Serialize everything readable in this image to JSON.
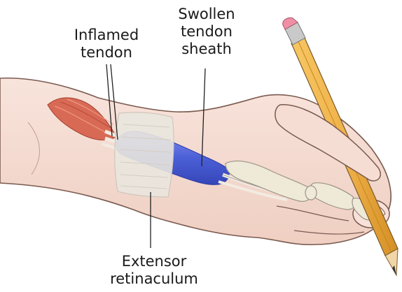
{
  "labels": {
    "inflamed_tendon": {
      "line1": "Inflamed",
      "line2": "tendon"
    },
    "swollen_sheath": {
      "line1": "Swollen",
      "line2": "tendon",
      "line3": "sheath"
    },
    "extensor_retinaculum": {
      "line1": "Extensor",
      "line2": "retinaculum"
    }
  },
  "colors": {
    "skin": "#f6ddd4",
    "skin_shadow": "#e9c2b3",
    "skin_outline": "#7a5a4f",
    "muscle": "#d86a55",
    "sheath_blue": "#4b5fd6",
    "retinaculum": "#e6e2dc",
    "bone": "#efe9d8",
    "pencil_body": "#f0b24a",
    "pencil_eraser": "#ef8fa6"
  },
  "icons": [
    "hand-illustration",
    "pencil-icon"
  ]
}
